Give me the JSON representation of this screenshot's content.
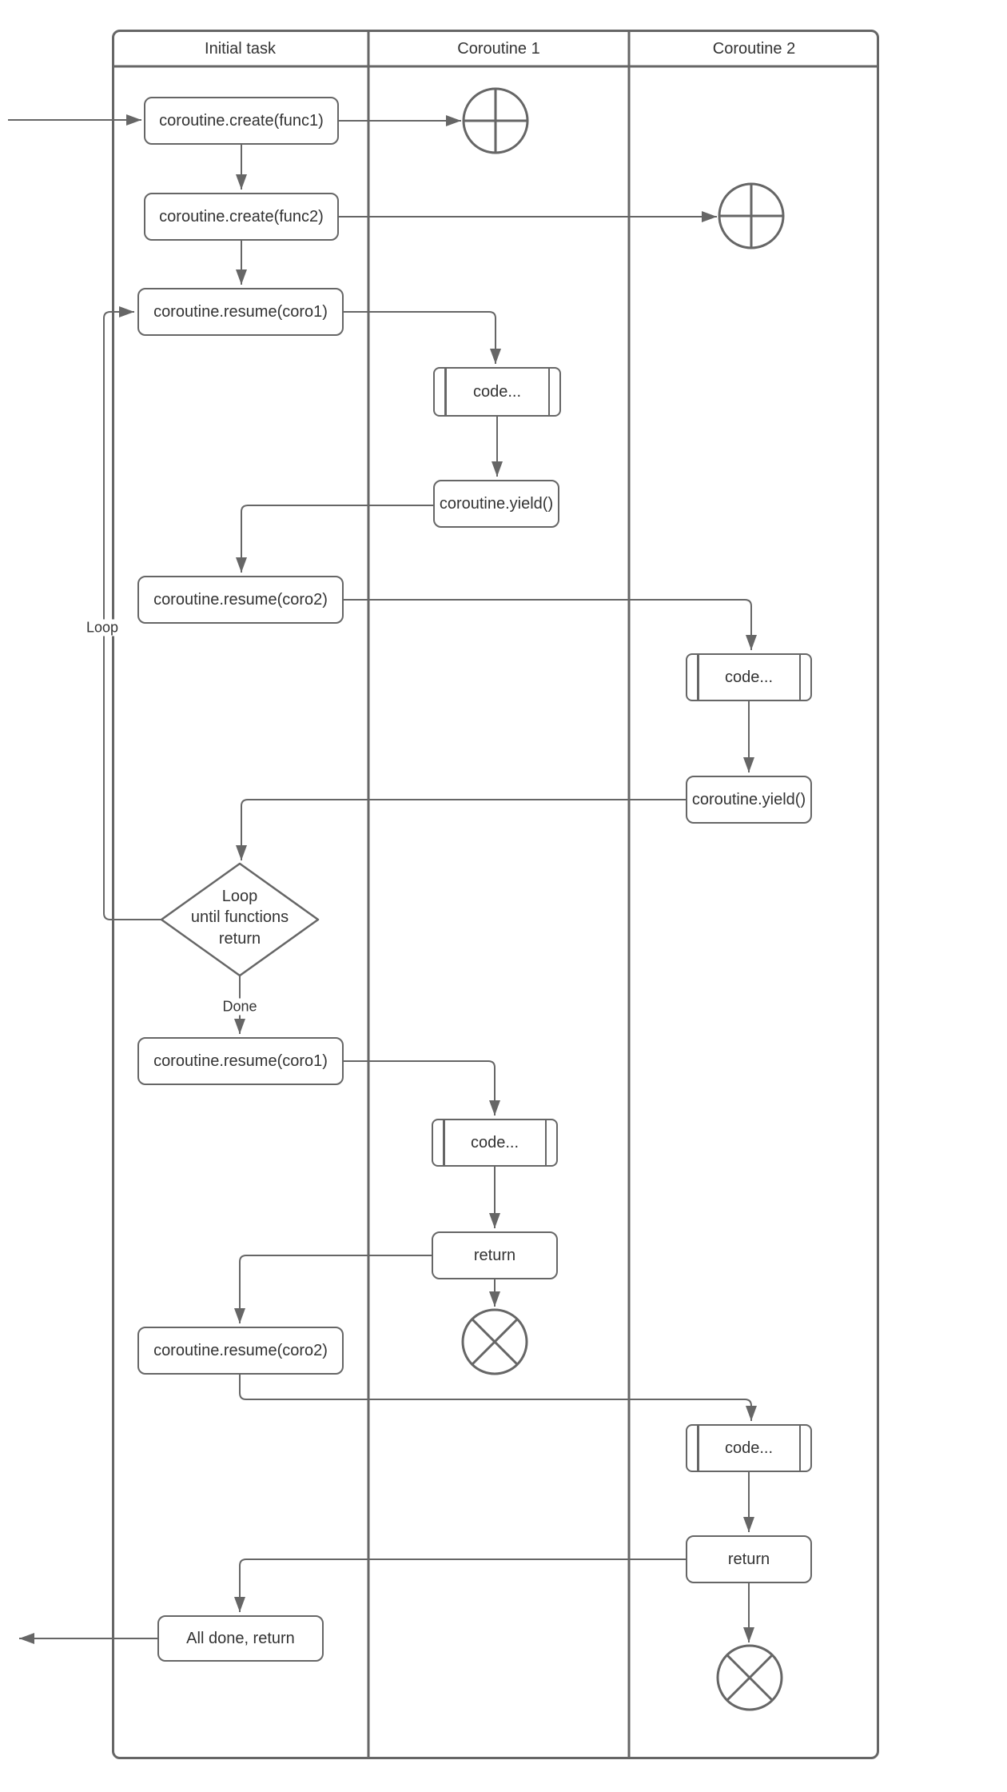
{
  "lanes": [
    "Initial task",
    "Coroutine 1",
    "Coroutine 2"
  ],
  "nodes": {
    "create_func1": "coroutine.create(func1)",
    "create_func2": "coroutine.create(func2)",
    "resume_coro1_a": "coroutine.resume(coro1)",
    "code_c1_a": "code...",
    "yield_c1": "coroutine.yield()",
    "resume_coro2_a": "coroutine.resume(coro2)",
    "code_c2_a": "code...",
    "yield_c2": "coroutine.yield()",
    "loop_decision": "Loop\nuntil functions\nreturn",
    "resume_coro1_b": "coroutine.resume(coro1)",
    "code_c1_b": "code...",
    "return_c1": "return",
    "resume_coro2_b": "coroutine.resume(coro2)",
    "code_c2_b": "code...",
    "return_c2": "return",
    "all_done": "All done, return"
  },
  "edge_labels": {
    "loop": "Loop",
    "done": "Done"
  },
  "colors": {
    "stroke": "#666666",
    "text": "#333333",
    "canvas": "#ffffff"
  }
}
